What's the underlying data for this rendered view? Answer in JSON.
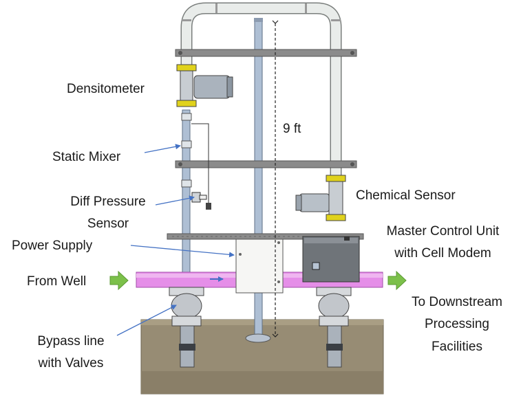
{
  "labels": {
    "densitometer": "Densitometer",
    "static_mixer": "Static Mixer",
    "diff_pressure_1": "Diff Pressure",
    "diff_pressure_2": "Sensor",
    "power_supply": "Power Supply",
    "from_well": "From Well",
    "bypass_1": "Bypass line",
    "bypass_2": "with Valves",
    "chemical_sensor": "Chemical Sensor",
    "master_control_1": "Master Control Unit",
    "master_control_2": "with Cell Modem",
    "downstream_1": "To Downstream",
    "downstream_2": "Processing",
    "downstream_3": "Facilities",
    "height": "9 ft"
  },
  "colors": {
    "pipe_white": "#e9ecea",
    "pipe_blue": "#aebfd4",
    "pipe_magenta": "#e58ee8",
    "arrow_green": "#7cc04a",
    "flange_yellow": "#e0d21c",
    "frame_gray": "#8b8b8b",
    "base_brown": "#978c74",
    "pointer_blue": "#4472c4"
  }
}
